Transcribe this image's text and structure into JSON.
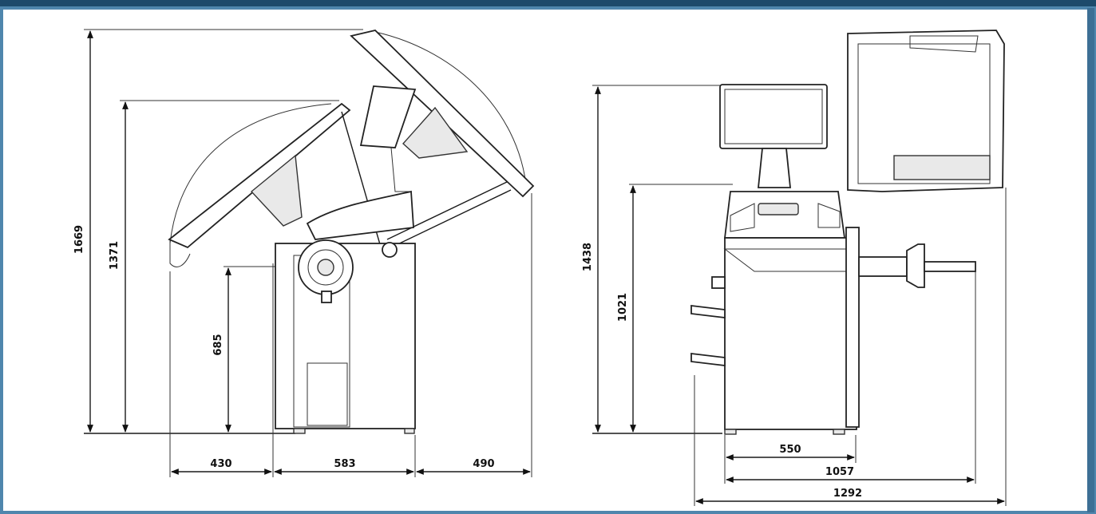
{
  "colors": {
    "border_dark": "#1d4a6b",
    "border_light": "#4f86ad",
    "line": "#1a1a1a"
  },
  "side_view": {
    "dimensions": {
      "total_height_hood_open": "1669",
      "height_hood": "1371",
      "height_shaft": "685",
      "depth_front": "430",
      "depth_base": "583",
      "depth_rear": "490"
    }
  },
  "front_view": {
    "dimensions": {
      "height_monitor": "1438",
      "height_cabinet": "1021",
      "width_base": "550",
      "width_shaft": "1057",
      "width_total": "1292"
    }
  }
}
